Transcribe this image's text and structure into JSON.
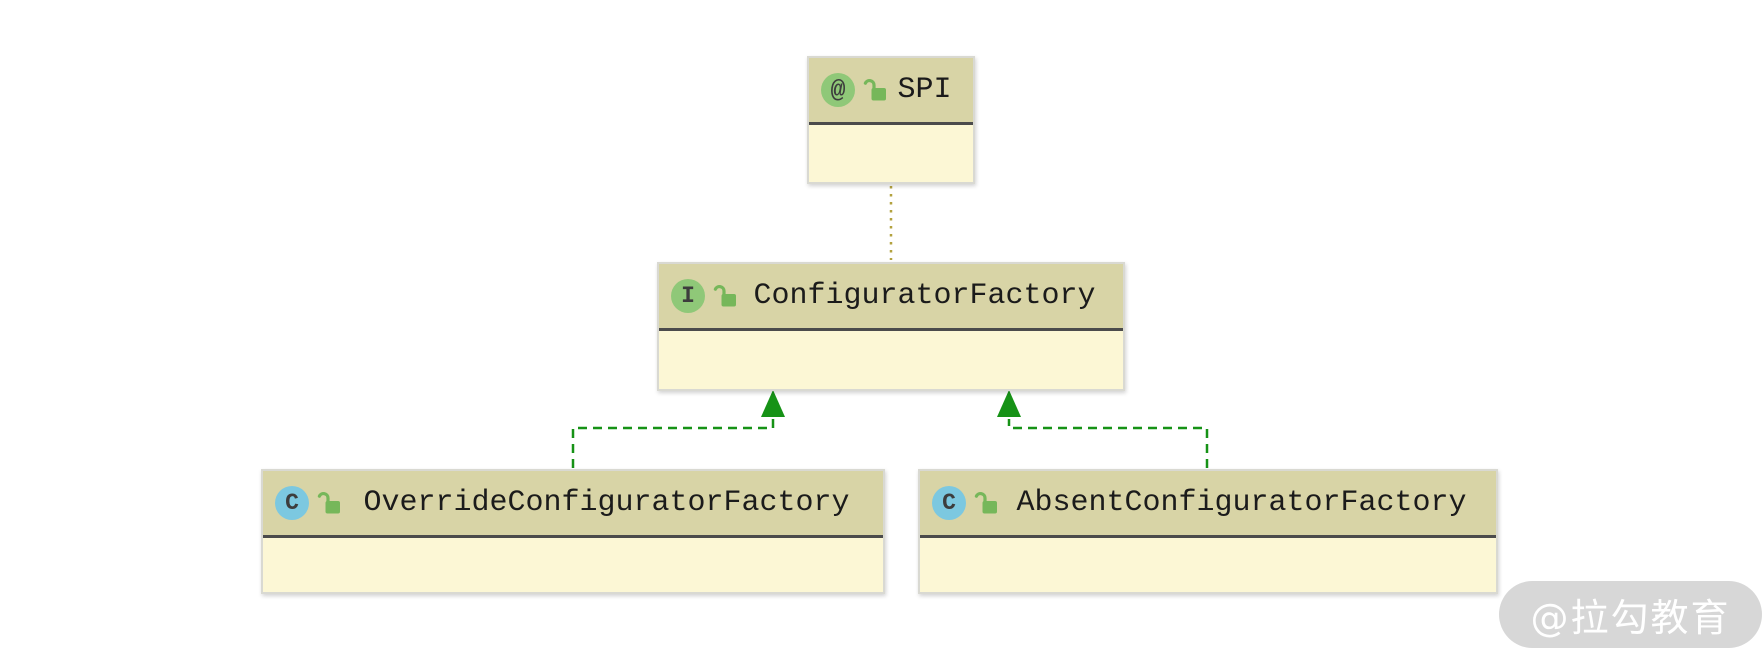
{
  "nodes": [
    {
      "id": "spi",
      "kind": "annotation",
      "glyph": "@",
      "label": "SPI",
      "visibility": "public"
    },
    {
      "id": "configurator-factory",
      "kind": "interface",
      "glyph": "I",
      "label": "ConfiguratorFactory",
      "visibility": "public"
    },
    {
      "id": "override-configurator-factory",
      "kind": "class",
      "glyph": "C",
      "label": "OverrideConfiguratorFactory",
      "visibility": "public"
    },
    {
      "id": "absent-configurator-factory",
      "kind": "class",
      "glyph": "C",
      "label": "AbsentConfiguratorFactory",
      "visibility": "public"
    }
  ],
  "edges": [
    {
      "from": "configurator-factory",
      "to": "spi",
      "relation": "annotated-by",
      "style": "dotted"
    },
    {
      "from": "override-configurator-factory",
      "to": "configurator-factory",
      "relation": "implements",
      "style": "dashed-arrow"
    },
    {
      "from": "absent-configurator-factory",
      "to": "configurator-factory",
      "relation": "implements",
      "style": "dashed-arrow"
    }
  ],
  "watermark": {
    "text": "@拉勾教育"
  },
  "colors": {
    "background": "#ffffff",
    "node_header": "#d8d4a6",
    "node_body": "#fcf7d5",
    "node_border": "#d9d9d2",
    "header_separator": "#4b4b4b",
    "annotation_icon": "#8fc878",
    "interface_icon": "#8fc878",
    "class_icon": "#7cc8e0",
    "lock_icon": "#76b75a",
    "implements_edge": "#169216",
    "annotation_edge": "#b3a23f",
    "label_text": "#1b1b1b",
    "watermark_bg": "#cecece",
    "watermark_text": "#ffffff"
  }
}
